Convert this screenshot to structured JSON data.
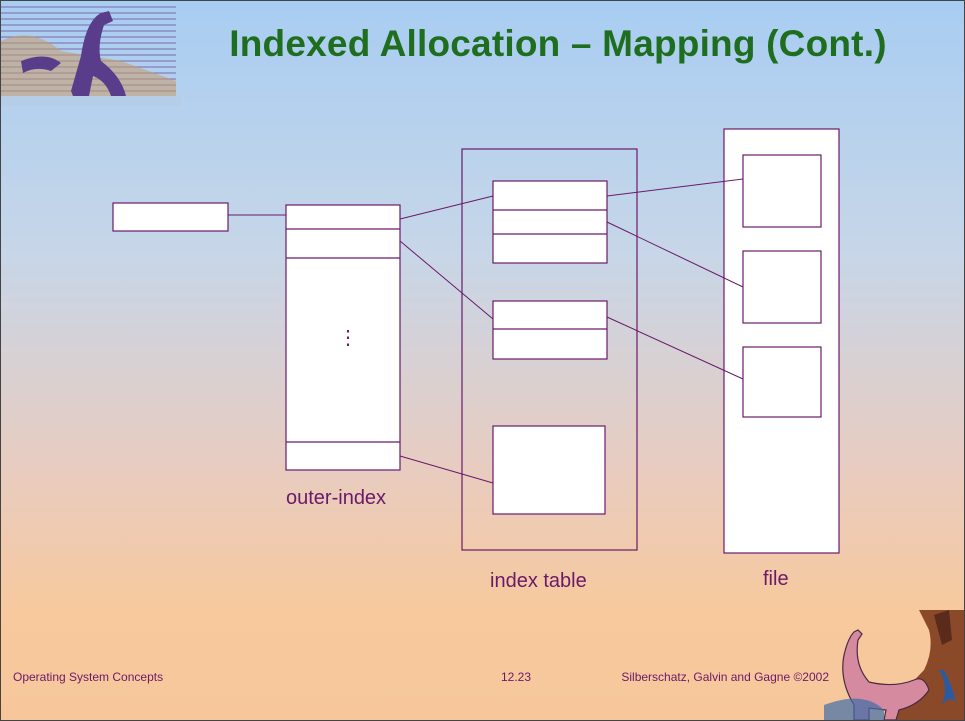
{
  "slide": {
    "title": "Indexed Allocation – Mapping (Cont.)",
    "footer_left": "Operating System Concepts",
    "footer_center": "12.23",
    "footer_right": "Silberschatz, Galvin and  Gagne ©2002"
  },
  "diagram": {
    "outer_index_label": "outer-index",
    "index_table_label": "index table",
    "file_label": "file",
    "ellipsis": "⋮"
  },
  "colors": {
    "title": "#1f6e1f",
    "lines": "#6a1a6a",
    "box_fill": "#ffffff"
  },
  "icons": {
    "top_left": "dinosaur-logo-icon",
    "bottom_right": "dinosaur-mascot-icon"
  }
}
